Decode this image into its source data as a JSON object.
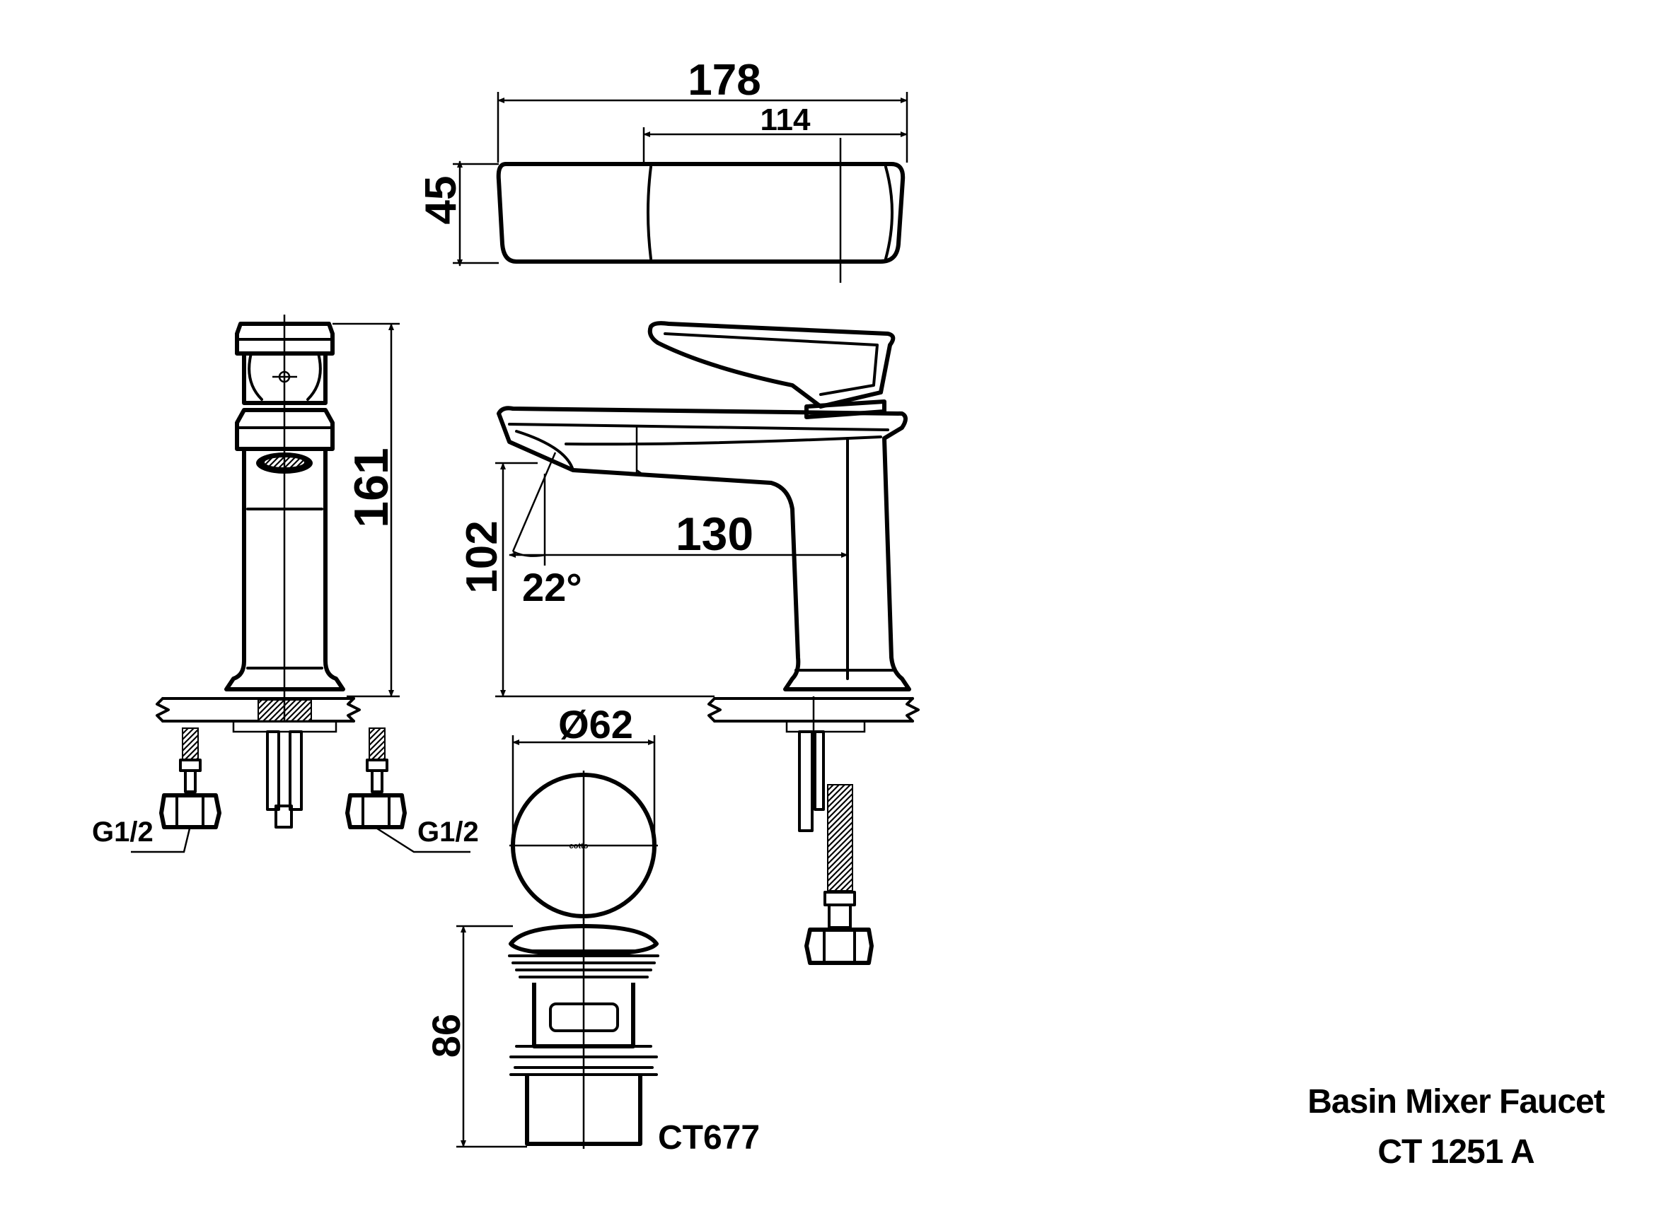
{
  "product": {
    "name": "Basin Mixer Faucet",
    "model": "CT 1251 A"
  },
  "drain": {
    "model": "CT677",
    "logo_text": "cotto"
  },
  "dimensions": {
    "overall_length": "178",
    "handle_length": "114",
    "top_width": "45",
    "total_height": "161",
    "spout_height": "102",
    "spout_reach": "130",
    "spout_angle": "22°",
    "drain_diameter": "Ø62",
    "drain_height": "86",
    "inlet_left": "G1/2",
    "inlet_right": "G1/2"
  },
  "colors": {
    "line": "#000000",
    "background": "#ffffff"
  }
}
